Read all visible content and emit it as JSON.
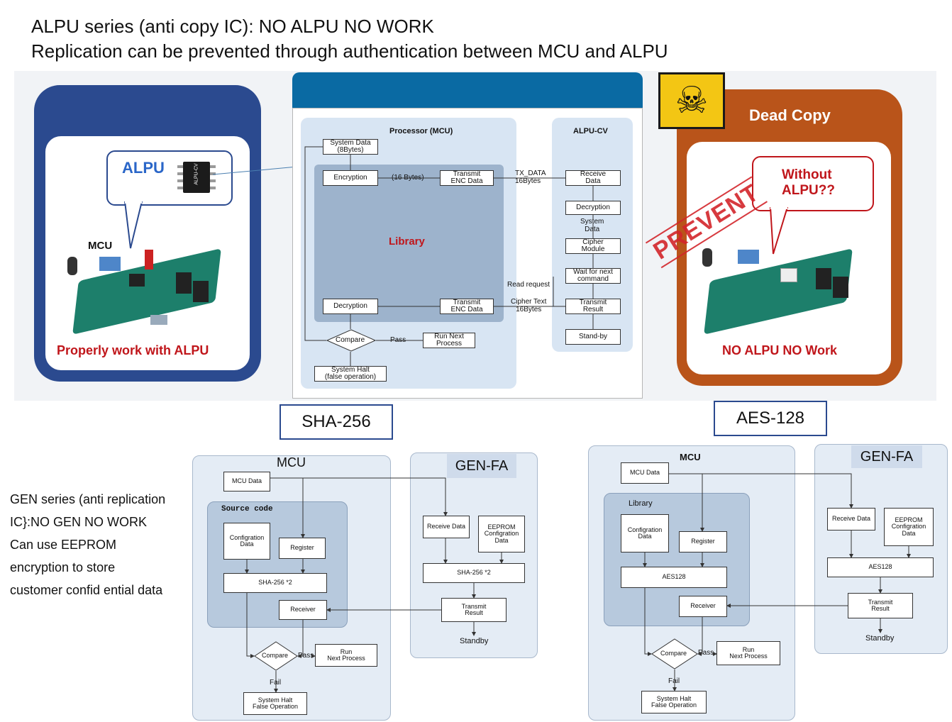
{
  "headline": {
    "line1": "ALPU series (anti copy IC): NO ALPU NO WORK",
    "line2": "Replication can be prevented through authentication between MCU and ALPU"
  },
  "left_card": {
    "alpu_label": "ALPU",
    "chip_label": "ALPU-CV",
    "mcu_label": "MCU",
    "caption": "Properly work with ALPU",
    "colors": {
      "frame": "#2b4a8f",
      "caption": "#c0161b",
      "alpu": "#2a66c8"
    }
  },
  "alpu_diagram": {
    "processor_title": "Processor (MCU)",
    "alpu_title": "ALPU-CV",
    "system_data": "System Data\n(8Bytes)",
    "encryption": "Encryption",
    "bytes16": "(16 Bytes)",
    "transmit_enc_1": "Transmit\nENC Data",
    "tx_data": "TX_DATA\n16Bytes",
    "receive_data": "Receive\nData",
    "decryption_alpu": "Decryption",
    "system_data_alpu": "System\nData",
    "cipher_module": "Cipher\nModule",
    "wait_next": "Wait for next\ncommand",
    "read_request": "Read request",
    "library": "Library",
    "decryption_mcu": "Decryption",
    "transmit_enc_2": "Transmit\nENC Data",
    "cipher_text": "Cipher Text\n16Bytes",
    "transmit_result": "Transmit\nResult",
    "compare": "Compare",
    "pass": "Pass",
    "run_next": "Run Next\nProcess",
    "standby": "Stand-by",
    "system_halt": "System Halt\n(false operation)"
  },
  "right_card": {
    "title": "Dead Copy",
    "bubble": "Without\nALPU??",
    "stamp": "PREVENT",
    "caption": "NO ALPU NO Work",
    "colors": {
      "frame": "#b9541a",
      "caption": "#c0161b",
      "skull_bg": "#f3c614"
    }
  },
  "labels": {
    "sha": "SHA-256",
    "aes": "AES-128"
  },
  "gen_text": [
    "GEN series (anti replication",
    "IC}:NO GEN NO WORK",
    "Can use EEPROM",
    "encryption to store",
    "customer confid ential data"
  ],
  "sha_diagram": {
    "mcu_title": "MCU",
    "genfa_title": "GEN-FA",
    "mcu_data": "MCU Data",
    "source_code": "Source code",
    "config_data": "Configration\nData",
    "register": "Register",
    "sha": "SHA-256 *2",
    "receiver": "Receiver",
    "compare": "Compare",
    "pass": "Pass",
    "run_next": "Run\nNext Process",
    "fail": "Fail",
    "halt": "System Halt\nFalse Operation",
    "receive_data": "Receive Data",
    "eeprom": "EEPROM\nConfigration\nData",
    "sha_fa": "SHA-256 *2",
    "transmit": "Transmit\nResult",
    "standby": "Standby"
  },
  "aes_diagram": {
    "mcu_title": "MCU",
    "genfa_title": "GEN-FA",
    "mcu_data": "MCU Data",
    "library": "Library",
    "config_data": "Configration\nData",
    "register": "Register",
    "aes": "AES128",
    "receiver": "Receiver",
    "compare": "Compare",
    "pass": "Pass",
    "run_next": "Run\nNext Process",
    "fail": "Fail",
    "halt": "System Halt\nFalse Operation",
    "receive_data": "Receive Data",
    "eeprom": "EEPROM\nConfigration\nData",
    "aes_fa": "AES128",
    "transmit": "Transmit\nResult",
    "standby": "Standby"
  }
}
